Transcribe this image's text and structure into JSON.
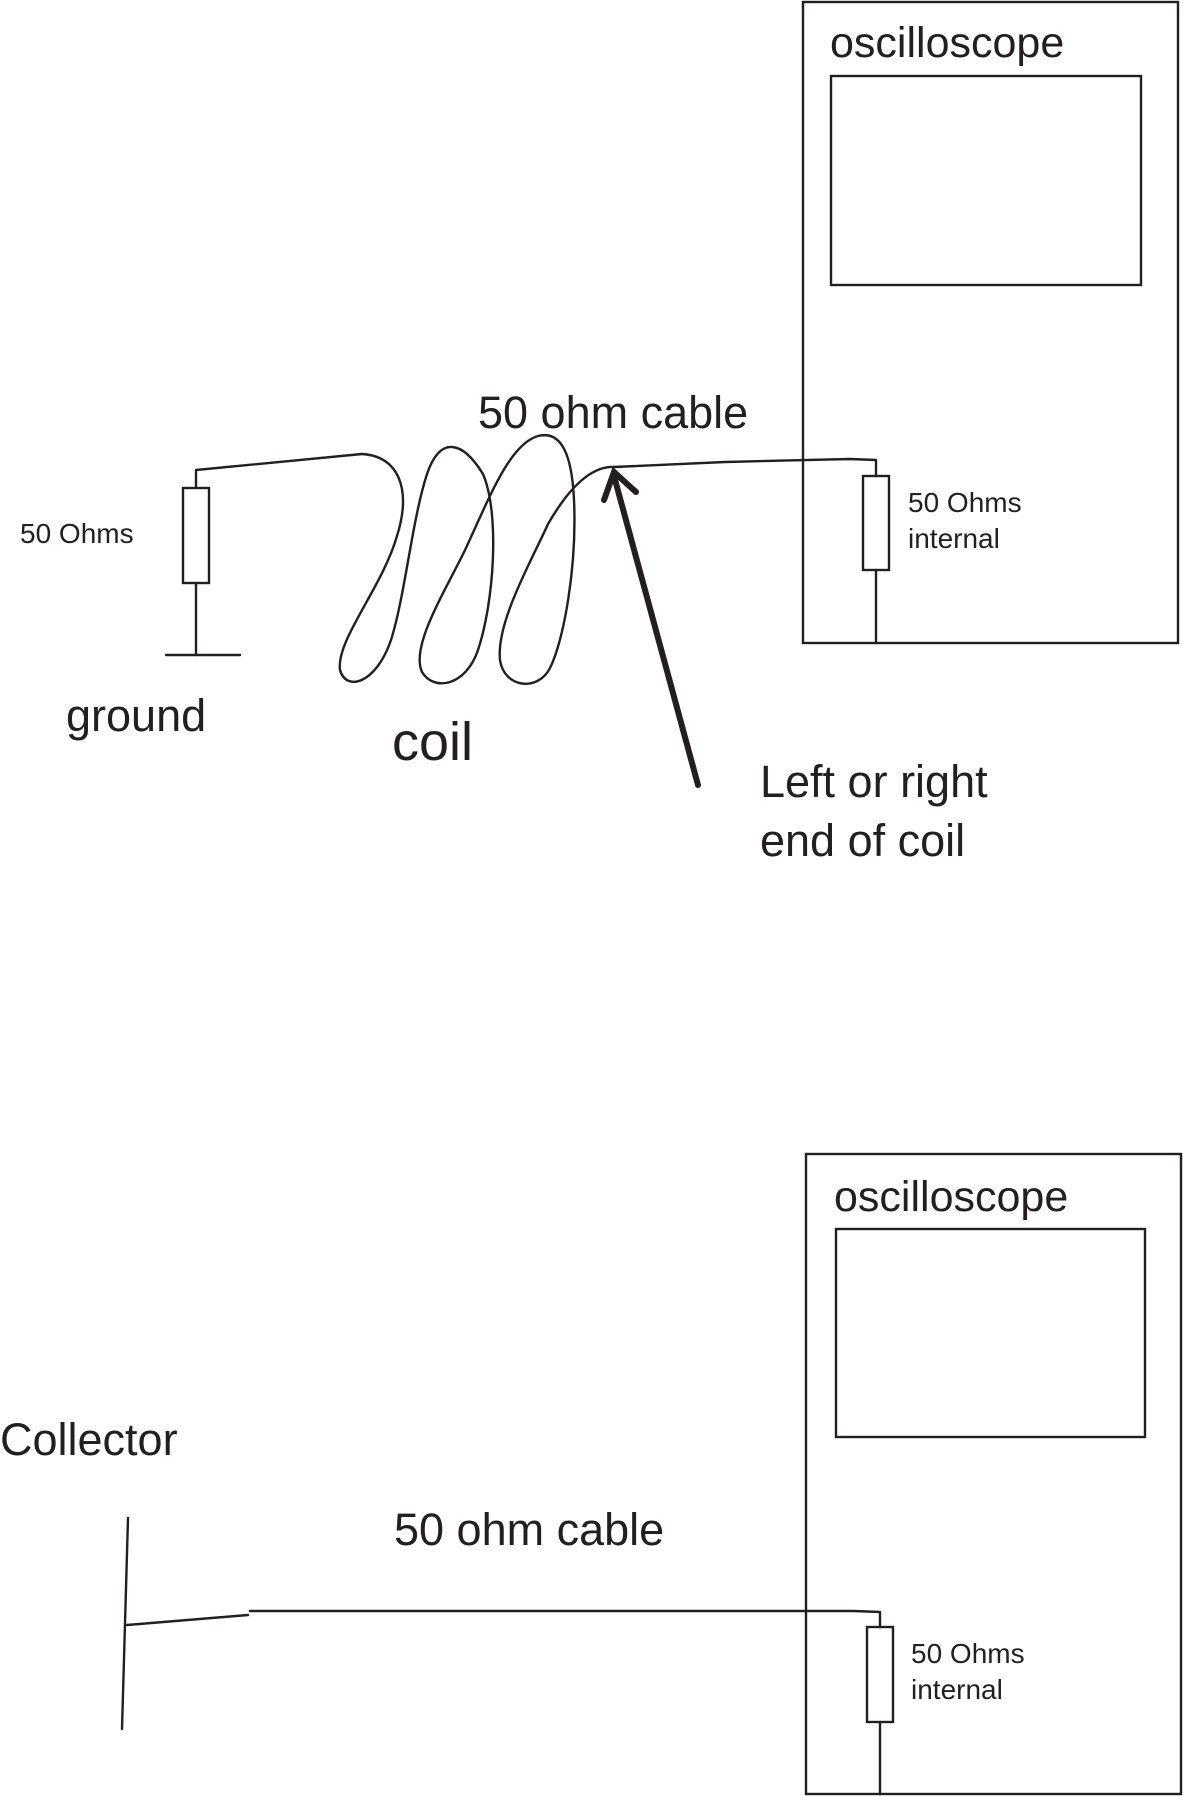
{
  "top_circuit": {
    "scope_label": "oscilloscope",
    "cable_label": "50 ohm cable",
    "resistor_label": "50 Ohms",
    "internal_line1": "50 Ohms",
    "internal_line2": "internal",
    "ground_label": "ground",
    "coil_label": "coil",
    "note_line1": "Left or right",
    "note_line2": "end of coil"
  },
  "bottom_circuit": {
    "scope_label": "oscilloscope",
    "collector_label": "Collector",
    "cable_label": "50 ohm cable",
    "internal_line1": "50 Ohms",
    "internal_line2": "internal"
  }
}
